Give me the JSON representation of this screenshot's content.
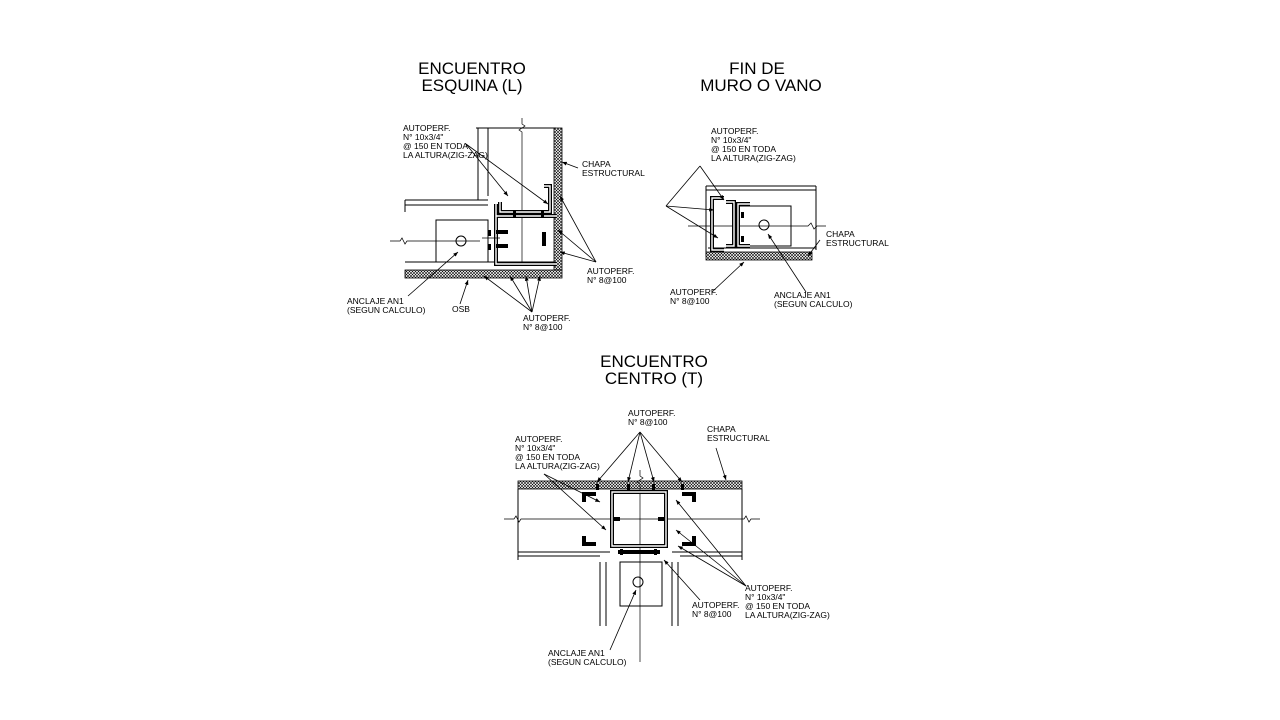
{
  "detail_esquina": {
    "title_line1": "ENCUENTRO",
    "title_line2": "ESQUINA (L)",
    "autoperf_zigzag": [
      "AUTOPERF.",
      "N° 10x3/4\"",
      "@ 150 EN TODA",
      "LA ALTURA(ZIG-ZAG)"
    ],
    "chapa": [
      "CHAPA",
      "ESTRUCTURAL"
    ],
    "autoperf_side": [
      "AUTOPERF.",
      "N° 8@100"
    ],
    "anclaje": [
      "ANCLAJE AN1",
      "(SEGUN CALCULO)"
    ],
    "osb": "OSB",
    "autoperf_bottom": [
      "AUTOPERF.",
      "N° 8@100"
    ]
  },
  "detail_fin": {
    "title_line1": "FIN DE",
    "title_line2": "MURO O VANO",
    "autoperf_zigzag": [
      "AUTOPERF.",
      "N° 10x3/4\"",
      "@ 150 EN TODA",
      "LA ALTURA(ZIG-ZAG)"
    ],
    "chapa": [
      "CHAPA",
      "ESTRUCTURAL"
    ],
    "autoperf_bottom": [
      "AUTOPERF.",
      "N° 8@100"
    ],
    "anclaje": [
      "ANCLAJE AN1",
      "(SEGUN CALCULO)"
    ]
  },
  "detail_centro": {
    "title_line1": "ENCUENTRO",
    "title_line2": "CENTRO (T)",
    "autoperf_top": [
      "AUTOPERF.",
      "N° 8@100"
    ],
    "autoperf_zigzag_left": [
      "AUTOPERF.",
      "N° 10x3/4\"",
      "@ 150 EN TODA",
      "LA ALTURA(ZIG-ZAG)"
    ],
    "chapa": [
      "CHAPA",
      "ESTRUCTURAL"
    ],
    "autoperf_zigzag_right": [
      "AUTOPERF.",
      "N° 10x3/4\"",
      "@ 150 EN TODA",
      "LA ALTURA(ZIG-ZAG)"
    ],
    "autoperf_mid": [
      "AUTOPERF.",
      "N° 8@100"
    ],
    "anclaje": [
      "ANCLAJE AN1",
      "(SEGUN CALCULO)"
    ]
  }
}
